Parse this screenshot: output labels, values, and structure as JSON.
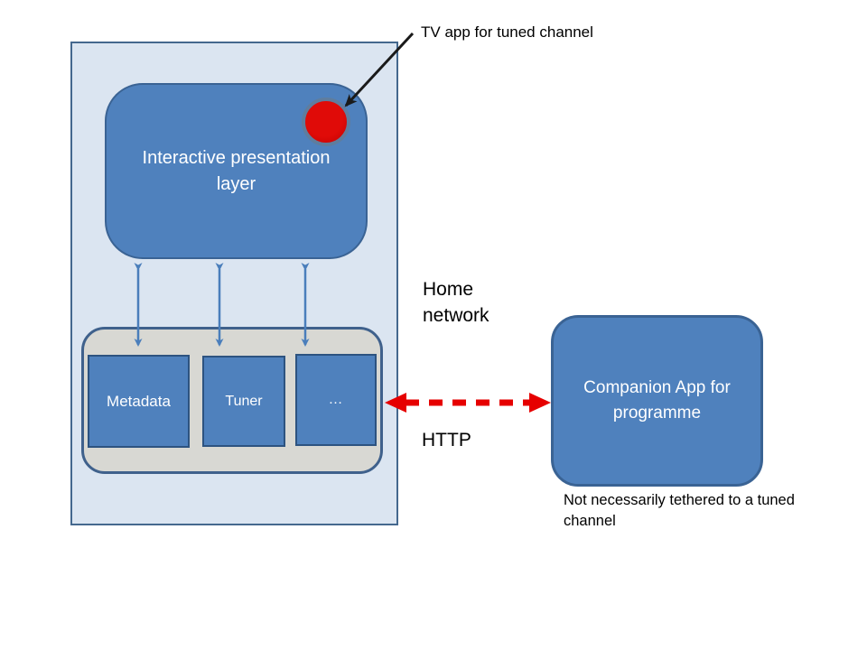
{
  "diagram": {
    "tv_device": {
      "presentation_layer_label": "Interactive presentation layer",
      "modules": [
        {
          "label": "Metadata"
        },
        {
          "label": "Tuner"
        },
        {
          "label": "…"
        }
      ]
    },
    "companion_app": {
      "label": "Companion App for programme",
      "note": "Not necessarily tethered to a tuned channel"
    },
    "annotations": {
      "tv_app_label": "TV app for tuned channel",
      "home_network_label": "Home network",
      "http_label": "HTTP"
    }
  },
  "colors": {
    "page-bg": "#ffffff",
    "outer-fill": "#dbe5f1",
    "outer-border": "#44688e",
    "blue-fill": "#4f81bd",
    "blue-border": "#3a6394",
    "module-border": "#2d5380",
    "gray-fill": "#d8d8d3",
    "gray-border": "#3f618c",
    "arrow-blue": "#4a7ebb",
    "arrow-red": "#e60000",
    "arrow-black": "#1a1a1a",
    "circle-red": "#c00000",
    "circle-ring": "#5f7d9e"
  }
}
